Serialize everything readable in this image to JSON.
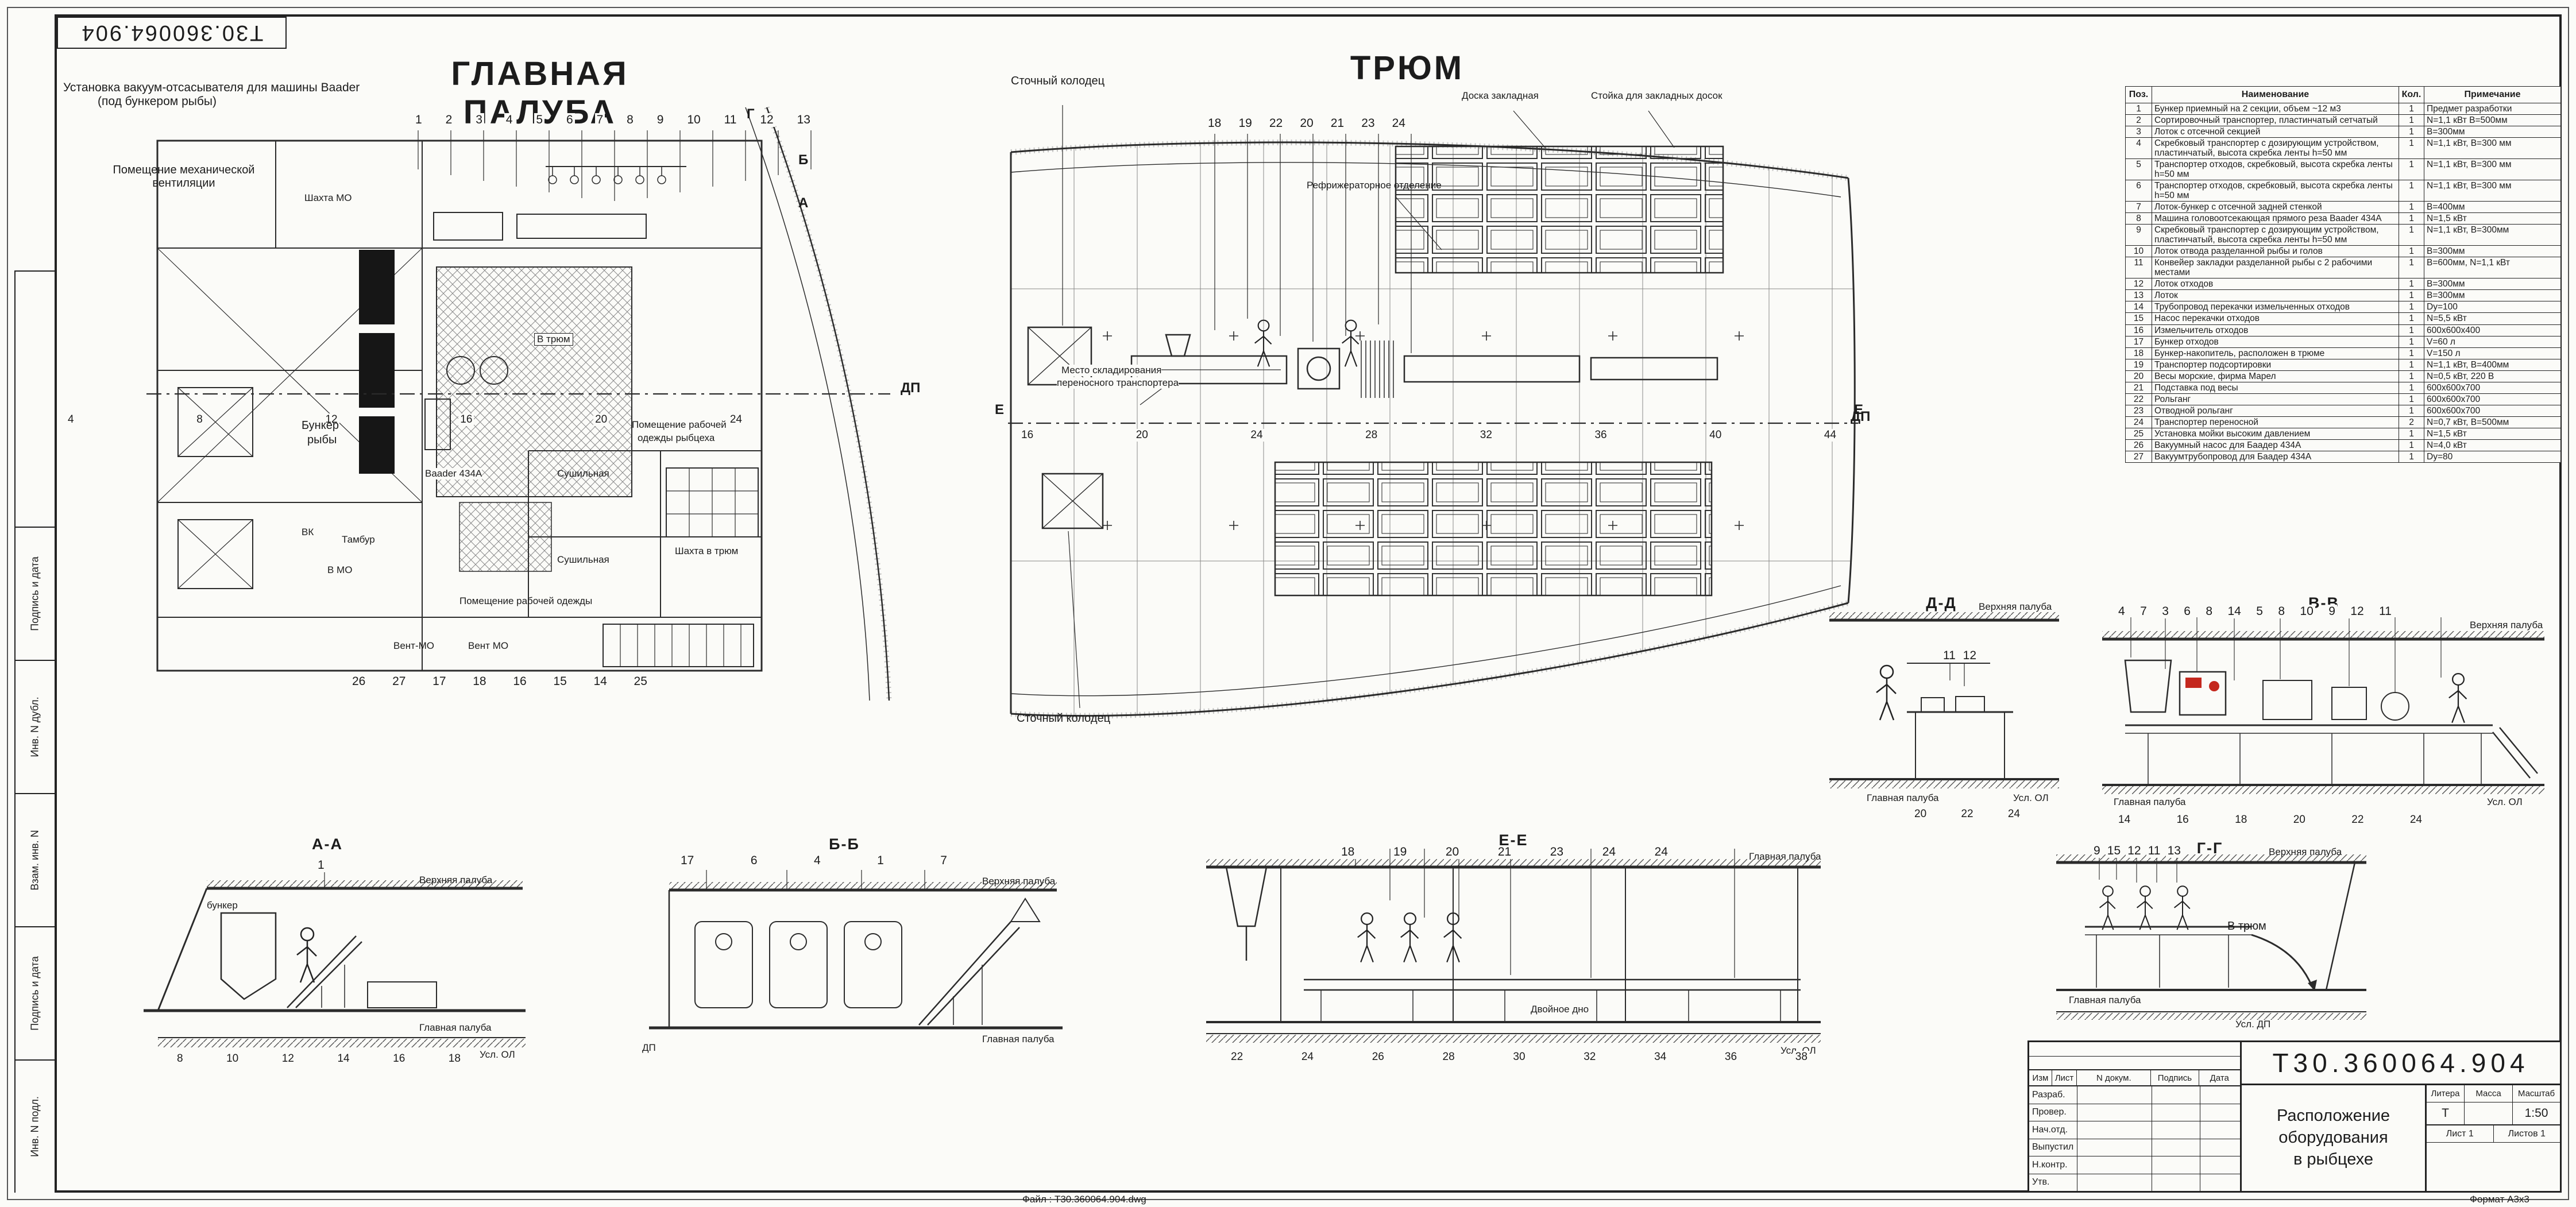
{
  "meta": {
    "doc_number": "Т30.360064.904",
    "file_label": "Файл : Т30.360064.904.dwg",
    "format_label": "Формат А3х3"
  },
  "colors": {
    "line": "#2b2b2b",
    "accent_red": "#c4281e",
    "paper": "#fbfbf8"
  },
  "side_stamp": [
    "Инв. N подл.",
    "Подпись и дата",
    "Взам. инв. N",
    "Инв. N дубл.",
    "Подпись и дата"
  ],
  "main_deck": {
    "title": "ГЛАВНАЯ ПАЛУБА",
    "annotation_vacuum": "Установка вакуум-отсасывателя для машины Baader",
    "annotation_vacuum_2": "(под бункером рыбы)",
    "callouts_top": [
      "1",
      "2",
      "3",
      "4",
      "5",
      "6",
      "7",
      "8",
      "9",
      "10",
      "11",
      "12",
      "13"
    ],
    "callouts_bottom": [
      "26",
      "27",
      "17",
      "18",
      "16",
      "15",
      "14",
      "25"
    ],
    "frame_numbers": [
      "4",
      "8",
      "12",
      "16",
      "20",
      "24"
    ],
    "labels": {
      "vent_room": "Помещение механической вентиляции",
      "shaft_mo": "Шахта МО",
      "fish_bunker_1": "Бункер",
      "fish_bunker_2": "рыбы",
      "drying_1": "Сушильная",
      "drying_2": "Сушильная",
      "workwear_fish_1": "Помещение рабочей",
      "workwear_fish_2": "одежды рыбцеха",
      "shaft_hold": "Шахта в трюм",
      "tambour": "Тамбур",
      "to_mo": "В МО",
      "vk": "ВК",
      "vent_mo_1": "Вент-МО",
      "vent_mo_2": "Вент МО",
      "workwear": "Помещение рабочей одежды",
      "to_hold_small": "В трюм",
      "machine_small": "Baader 434А",
      "centerline": "ДП",
      "cut_g": "Г",
      "cut_b": "Б",
      "cut_a": "А"
    }
  },
  "hold": {
    "title": "ТРЮМ",
    "callouts_top": [
      "18",
      "19",
      "22",
      "20",
      "21",
      "23",
      "24"
    ],
    "frame_numbers": [
      "16",
      "20",
      "24",
      "28",
      "32",
      "36",
      "40",
      "44"
    ],
    "labels": {
      "drain_well_top": "Сточный колодец",
      "drain_well_bottom": "Сточный колодец",
      "boards": "Доска закладная",
      "board_stand": "Стойка для закладных досок",
      "ref_room": "Рефрижераторное отделение",
      "storage_1": "Место складирования",
      "storage_2": "переносного транспортера",
      "centerline": "ДП",
      "cut_e": "Е"
    }
  },
  "parts_table": {
    "headers": [
      "Поз.",
      "Наименование",
      "Кол.",
      "Примечание"
    ],
    "rows": [
      {
        "pos": "1",
        "name": "Бункер приемный на 2 секции, объем ~12 м3",
        "qty": "1",
        "note": "Предмет разработки"
      },
      {
        "pos": "2",
        "name": "Сортировочный транспортер, пластинчатый сетчатый",
        "qty": "1",
        "note": "N=1,1 кВт  В=500мм"
      },
      {
        "pos": "3",
        "name": "Лоток с отсечной секцией",
        "qty": "1",
        "note": "В=300мм"
      },
      {
        "pos": "4",
        "name": "Скребковый транспортер с дозирующим устройством, пластинчатый, высота скребка ленты h=50 мм",
        "qty": "1",
        "note": "N=1,1 кВт, В=300 мм"
      },
      {
        "pos": "5",
        "name": "Транспортер отходов, скребковый, высота скребка ленты h=50 мм",
        "qty": "1",
        "note": "N=1,1 кВт, В=300 мм"
      },
      {
        "pos": "6",
        "name": "Транспортер отходов, скребковый, высота скребка ленты h=50 мм",
        "qty": "1",
        "note": "N=1,1 кВт, В=300 мм"
      },
      {
        "pos": "7",
        "name": "Лоток-бункер с отсечной задней стенкой",
        "qty": "1",
        "note": "В=400мм"
      },
      {
        "pos": "8",
        "name": "Машина головоотсекающая прямого реза Baader 434А",
        "qty": "1",
        "note": "N=1,5 кВт"
      },
      {
        "pos": "9",
        "name": "Скребковый транспортер с дозирующим устройством, пластинчатый, высота скребка ленты h=50 мм",
        "qty": "1",
        "note": "N=1,1 кВт, В=300мм"
      },
      {
        "pos": "10",
        "name": "Лоток отвода разделанной рыбы и голов",
        "qty": "1",
        "note": "В=300мм"
      },
      {
        "pos": "11",
        "name": "Конвейер закладки разделанной рыбы с 2 рабочими местами",
        "qty": "1",
        "note": "В=600мм, N=1,1 кВт"
      },
      {
        "pos": "12",
        "name": "Лоток отходов",
        "qty": "1",
        "note": "В=300мм"
      },
      {
        "pos": "13",
        "name": "Лоток",
        "qty": "1",
        "note": "В=300мм"
      },
      {
        "pos": "14",
        "name": "Трубопровод перекачки измельченных отходов",
        "qty": "1",
        "note": "Dy=100"
      },
      {
        "pos": "15",
        "name": "Насос перекачки отходов",
        "qty": "1",
        "note": "N=5,5 кВт"
      },
      {
        "pos": "16",
        "name": "Измельчитель отходов",
        "qty": "1",
        "note": "600х600х400"
      },
      {
        "pos": "17",
        "name": "Бункер отходов",
        "qty": "1",
        "note": "V=60 л"
      },
      {
        "pos": "18",
        "name": "Бункер-накопитель, расположен в трюме",
        "qty": "1",
        "note": "V=150 л"
      },
      {
        "pos": "19",
        "name": "Транспортер подсортировки",
        "qty": "1",
        "note": "N=1,1 кВт, В=400мм"
      },
      {
        "pos": "20",
        "name": "Весы морские, фирма Марел",
        "qty": "1",
        "note": "N=0,5 кВт, 220 В"
      },
      {
        "pos": "21",
        "name": "Подставка под весы",
        "qty": "1",
        "note": "600х600х700"
      },
      {
        "pos": "22",
        "name": "Рольганг",
        "qty": "1",
        "note": "600х600х700"
      },
      {
        "pos": "23",
        "name": "Отводной рольганг",
        "qty": "1",
        "note": "600х600х700"
      },
      {
        "pos": "24",
        "name": "Транспортер переносной",
        "qty": "2",
        "note": "N=0,7 кВт, В=500мм"
      },
      {
        "pos": "25",
        "name": "Установка мойки высоким давлением",
        "qty": "1",
        "note": "N=1,5 кВт"
      },
      {
        "pos": "26",
        "name": "Вакуумный насос для Баадер 434А",
        "qty": "1",
        "note": "N=4,0 кВт"
      },
      {
        "pos": "27",
        "name": "Вакуумтрубопровод для Баадер 434А",
        "qty": "1",
        "note": "Dy=80"
      }
    ]
  },
  "sections": {
    "aa": {
      "label": "А-А",
      "callouts": [
        "1"
      ],
      "room": "бункер",
      "upper_deck": "Верхняя палуба",
      "main_deck": "Главная палуба",
      "base": "Усл. ОЛ",
      "frames": [
        "8",
        "10",
        "12",
        "14",
        "16",
        "18"
      ]
    },
    "bb": {
      "label": "Б-Б",
      "callouts": [
        "17",
        "6",
        "4",
        "1",
        "7"
      ],
      "upper_deck": "Верхняя палуба",
      "main_deck": "Главная палуба",
      "base": "ДП"
    },
    "ee": {
      "label": "Е-Е",
      "callouts": [
        "18",
        "19",
        "20",
        "21",
        "23",
        "24",
        "24"
      ],
      "main_deck": "Главная палуба",
      "double_bottom": "Двойное дно",
      "base": "Усл. ОЛ",
      "frames": [
        "22",
        "24",
        "26",
        "28",
        "30",
        "32",
        "34",
        "36",
        "38"
      ]
    },
    "dd": {
      "label": "Д-Д",
      "callouts": [
        "11",
        "12"
      ],
      "upper_deck": "Верхняя палуба",
      "main_deck": "Главная палуба",
      "base": "Усл. ОЛ",
      "frames": [
        "20",
        "22",
        "24"
      ]
    },
    "vv": {
      "label": "В-В",
      "callouts": [
        "4",
        "7",
        "3",
        "6",
        "8",
        "14",
        "5",
        "8",
        "10",
        "9",
        "12",
        "11"
      ],
      "upper_deck": "Верхняя палуба",
      "main_deck": "Главная палуба",
      "base": "Усл. ОЛ",
      "frames": [
        "14",
        "16",
        "18",
        "20",
        "22",
        "24"
      ]
    },
    "gg": {
      "label": "Г-Г",
      "callouts": [
        "9",
        "15",
        "12",
        "11",
        "13"
      ],
      "upper_deck": "Верхняя палуба",
      "to_hold": "В трюм",
      "main_deck": "Главная палуба",
      "base": "Усл. ДП"
    }
  },
  "title_block": {
    "doc_number": "Т30.360064.904",
    "title_lines": [
      "Расположение",
      "оборудования",
      "в рыбцехе"
    ],
    "litera_label": "Литера",
    "massa_label": "Масса",
    "masshtab_label": "Масштаб",
    "litera_value": "Т",
    "scale": "1:50",
    "sheet": "Лист 1",
    "sheets": "Листов 1",
    "header_cells": [
      "Изм",
      "Лист",
      "N докум.",
      "Подпись",
      "Дата"
    ],
    "sig_rows": [
      "Разраб.",
      "Провер.",
      "Нач.отд.",
      "Выпустил",
      "Н.контр.",
      "Утв."
    ]
  }
}
